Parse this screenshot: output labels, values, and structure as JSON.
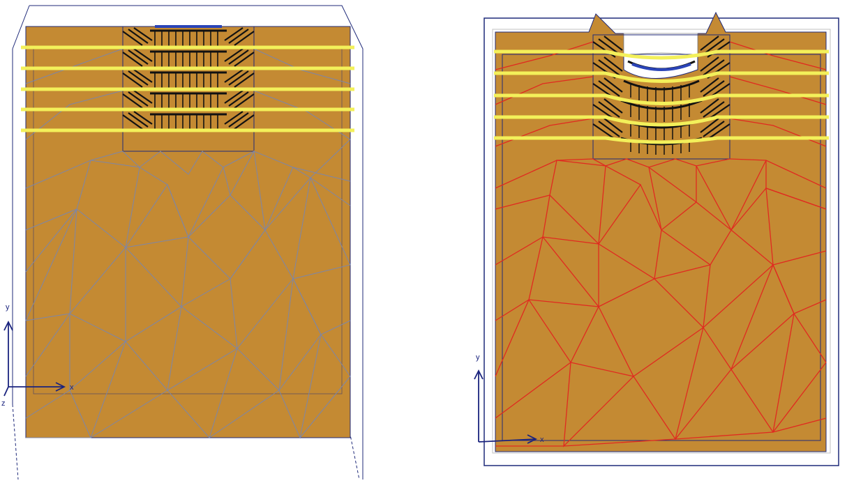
{
  "colors": {
    "soil": "#c48a33",
    "mesh_original": "#7d86a8",
    "mesh_deformed": "#e02a20",
    "boundary": "#1f2a7a",
    "geogrid": "#f3f05a",
    "nails": "#111111",
    "facing": "#2a44b8"
  },
  "left": {
    "axes": {
      "y_label": "y",
      "x_label": "x",
      "z_label": "z"
    }
  },
  "right": {
    "axes": {
      "y_label": "y",
      "x_label": "x"
    }
  }
}
